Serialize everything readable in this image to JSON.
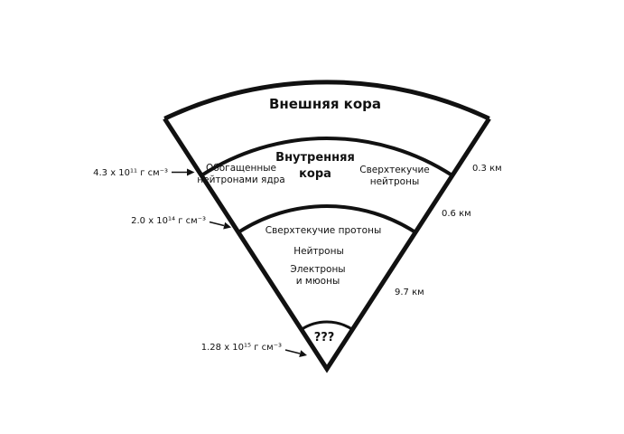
{
  "diagram": {
    "layers": {
      "outer_crust": "Внешняя кора",
      "inner_crust_line1": "Внутренняя",
      "inner_crust_line2": "кора",
      "neutron_rich_nuclei_line1": "Обогащенные",
      "neutron_rich_nuclei_line2": "нейтронами ядра",
      "superfluid_neutrons_line1": "Сверхтекучие",
      "superfluid_neutrons_line2": "нейтроны",
      "superfluid_protons": "Сверхтекучие протоны",
      "neutrons": "Нейтроны",
      "electrons_muons_line1": "Электроны",
      "electrons_muons_line2": "и мюоны",
      "core": "???"
    },
    "density_labels": [
      {
        "text": "4.3 x 10¹¹ г см⁻³"
      },
      {
        "text": "2.0 x 10¹⁴ г см⁻³"
      },
      {
        "text": "1.28 x 10¹⁵ г см⁻³"
      }
    ],
    "depth_labels": [
      {
        "text": "0.3 км"
      },
      {
        "text": "0.6 км"
      },
      {
        "text": "9.7 км"
      }
    ],
    "colors": {
      "stroke": "#111111",
      "background": "#ffffff"
    }
  }
}
